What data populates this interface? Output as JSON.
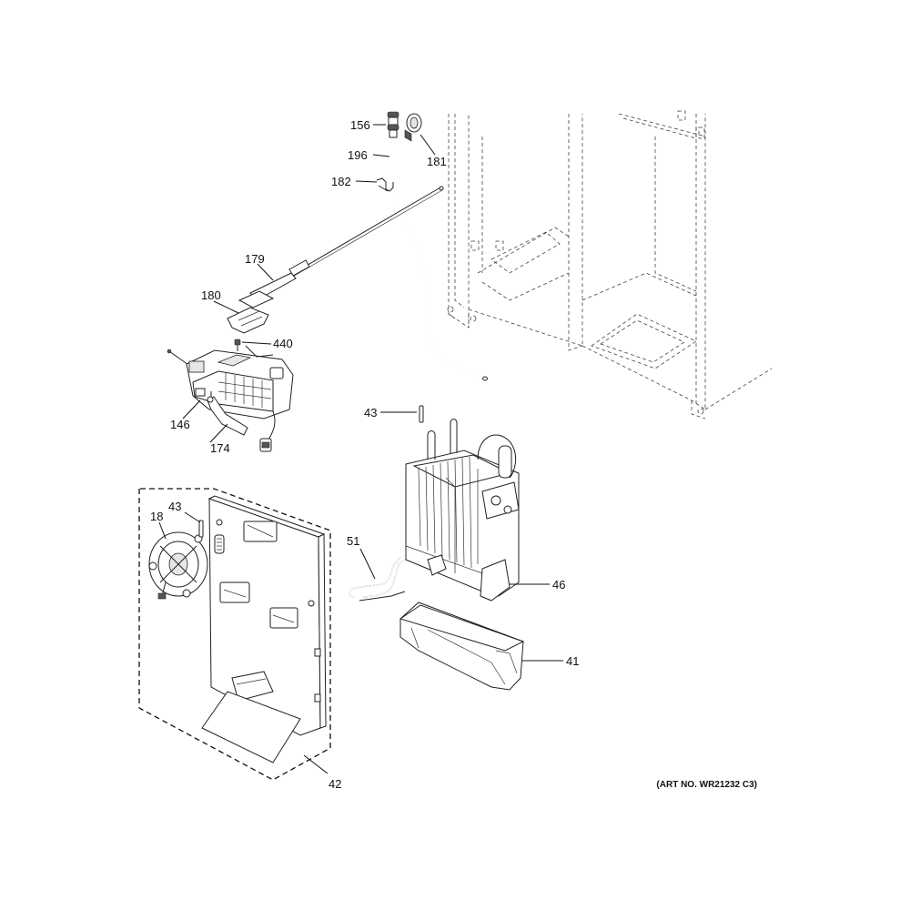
{
  "art_number": "(ART NO. WR21232 C3)",
  "callouts": {
    "p156": "156",
    "p196": "196",
    "p181": "181",
    "p182": "182",
    "p179": "179",
    "p180": "180",
    "p440": "440",
    "p146": "146",
    "p174": "174",
    "p43a": "43",
    "p43b": "43",
    "p18": "18",
    "p51": "51",
    "p46": "46",
    "p41": "41",
    "p42": "42"
  }
}
